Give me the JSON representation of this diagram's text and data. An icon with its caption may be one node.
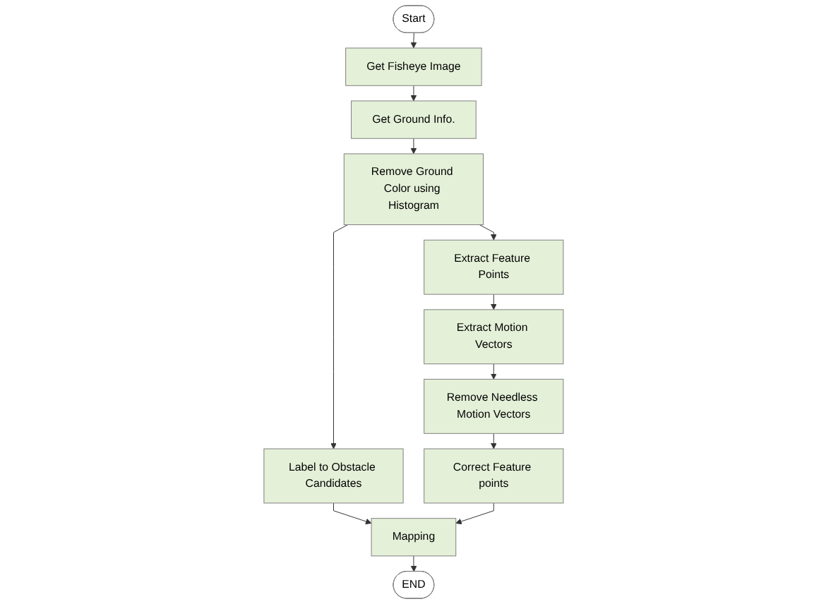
{
  "diagram": {
    "nodes": [
      {
        "text": [
          "Start"
        ]
      },
      {
        "text": [
          "Get Fisheye Image"
        ]
      },
      {
        "text": [
          "Get Ground Info."
        ]
      },
      {
        "text": [
          "Remove Ground Color using Histogram"
        ]
      },
      {
        "text": [
          "Label to Obstacle Candidates"
        ]
      },
      {
        "text": [
          "Extract Feature Points"
        ]
      },
      {
        "text": [
          "Extract Motion Vectors"
        ]
      },
      {
        "text": [
          "Remove Needless Motion Vectors"
        ]
      },
      {
        "text": [
          "Correct Feature points"
        ]
      },
      {
        "text": [
          "Mapping"
        ]
      },
      {
        "text": [
          "END"
        ]
      }
    ],
    "edges": [
      {
        "from": 0,
        "to": 1,
        "arrow": "to"
      },
      {
        "from": 1,
        "to": 2,
        "arrow": "to"
      },
      {
        "from": 2,
        "to": 3,
        "arrow": "to"
      },
      {
        "from": 3,
        "to": 4,
        "arrow": "to"
      },
      {
        "from": 3,
        "to": 5,
        "arrow": "to"
      },
      {
        "from": 4,
        "to": 9,
        "arrow": "to"
      },
      {
        "from": 5,
        "to": 6,
        "arrow": "to"
      },
      {
        "from": 6,
        "to": 7,
        "arrow": "to"
      },
      {
        "from": 7,
        "to": 8,
        "arrow": "to"
      },
      {
        "from": 8,
        "to": 9,
        "arrow": "to"
      },
      {
        "from": 9,
        "to": 10,
        "arrow": "to"
      }
    ]
  }
}
